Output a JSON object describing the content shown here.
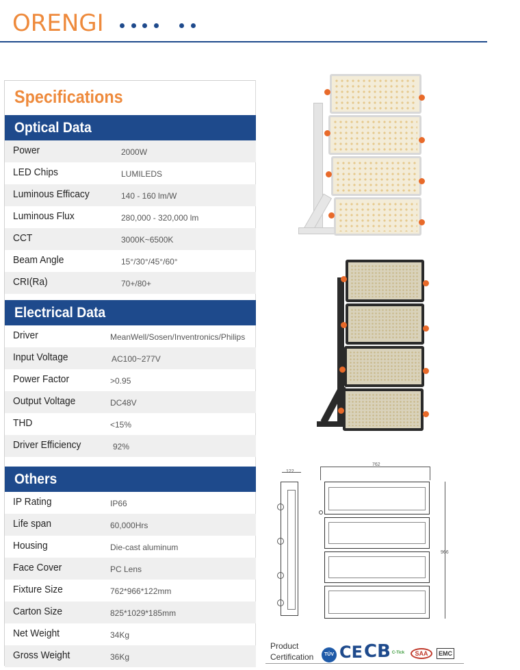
{
  "brand": {
    "name": "ORENGI"
  },
  "title": "Specifications",
  "sections": {
    "optical": {
      "heading": "Optical Data",
      "rows": [
        {
          "label": "Power",
          "value": "2000W"
        },
        {
          "label": "LED Chips",
          "value": "LUMILEDS"
        },
        {
          "label": "Luminous Efficacy",
          "value": "140 - 160 lm/W"
        },
        {
          "label": "Luminous Flux",
          "value": "280,000 - 320,000 lm"
        },
        {
          "label": "CCT",
          "value": "3000K~6500K"
        },
        {
          "label": "Beam Angle",
          "value": "15°/30°/45°/60°"
        },
        {
          "label": "CRI(Ra)",
          "value": "70+/80+"
        }
      ]
    },
    "electrical": {
      "heading": "Electrical Data",
      "rows": [
        {
          "label": "Driver",
          "value": "MeanWell/Sosen/Inventronics/Philips"
        },
        {
          "label": "Input Voltage",
          "value": "AC100~277V"
        },
        {
          "label": "Power Factor",
          "value": ">0.95"
        },
        {
          "label": "Output Voltage",
          "value": "DC48V"
        },
        {
          "label": "THD",
          "value": "<15%"
        },
        {
          "label": "Driver Efficiency",
          "value": "92%"
        }
      ]
    },
    "others": {
      "heading": "Others",
      "rows": [
        {
          "label": "IP Rating",
          "value": "IP66"
        },
        {
          "label": "Life span",
          "value": "60,000Hrs"
        },
        {
          "label": "Housing",
          "value": "Die-cast aluminum"
        },
        {
          "label": "Face Cover",
          "value": "PC Lens"
        },
        {
          "label": "Fixture Size",
          "value": "762*966*122mm"
        },
        {
          "label": "Carton Size",
          "value": "825*1029*185mm"
        },
        {
          "label": "Net Weight",
          "value": "34Kg"
        },
        {
          "label": "Gross Weight",
          "value": "36Kg"
        }
      ]
    }
  },
  "drawing": {
    "width_dim": "762",
    "height_dim": "966",
    "depth_dim": "122"
  },
  "certification": {
    "label_line1": "Product",
    "label_line2": "Certification",
    "marks": [
      "TÜV",
      "CE",
      "CB",
      "C-Tick",
      "SAA",
      "EMC"
    ]
  },
  "colors": {
    "brand_orange": "#ee8a3c",
    "section_blue": "#1e4a8c",
    "row_alt": "#efefef",
    "knob_orange": "#e86a2a"
  }
}
